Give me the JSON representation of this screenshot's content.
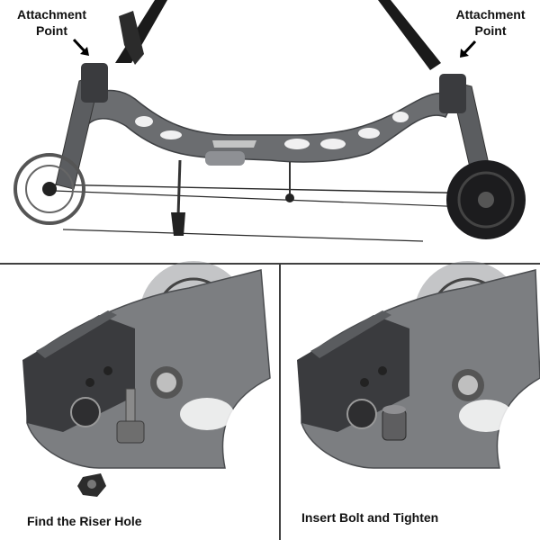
{
  "top_panel": {
    "callout_left": {
      "line1": "Attachment",
      "line2": "Point"
    },
    "callout_right": {
      "line1": "Attachment",
      "line2": "Point"
    }
  },
  "bottom_left_panel": {
    "caption": "Find the Riser Hole"
  },
  "bottom_right_panel": {
    "caption": "Insert Bolt and Tighten"
  },
  "colors": {
    "riser": "#6b6d70",
    "riser_dark": "#3f4144",
    "riser_light": "#8e9094",
    "cam": "#1c1c1e",
    "string": "#2a2a2a",
    "divider": "#000000"
  }
}
